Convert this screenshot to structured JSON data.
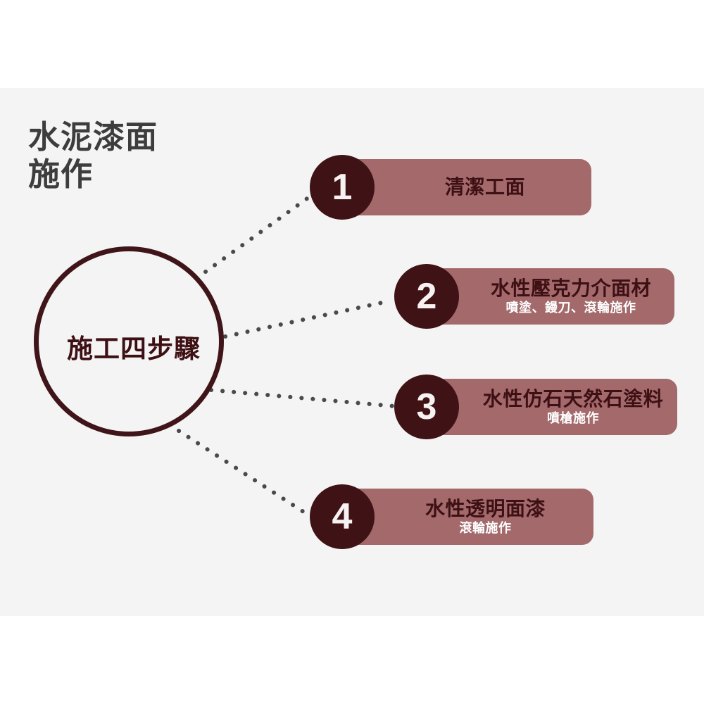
{
  "page": {
    "title_line1": "水泥漆面",
    "title_line2": "施作",
    "title_full": "水泥漆面\n施作",
    "background_color": "#ffffff",
    "panel_color": "#f4f4f4"
  },
  "hub": {
    "label": "施工四步驟",
    "ring_color": "#40151a",
    "text_color": "#3d1014"
  },
  "connectors": {
    "dot_color": "#4a4a4a",
    "style": "dotted",
    "count": 4
  },
  "palette": {
    "badge_color": "#3f1216",
    "badge_text_color": "#f7f2f2",
    "bar_color": "#a3696b",
    "bar_title_color": "#3d1014",
    "bar_subtitle_color": "#ffffff",
    "title_color": "#3d3d3d"
  },
  "steps": [
    {
      "number": "1",
      "title": "清潔工面",
      "subtitle": ""
    },
    {
      "number": "2",
      "title": "水性壓克力介面材",
      "subtitle": "噴塗、鏝刀、滾輪施作"
    },
    {
      "number": "3",
      "title": "水性仿石天然石塗料",
      "subtitle": "噴槍施作"
    },
    {
      "number": "4",
      "title": "水性透明面漆",
      "subtitle": "滾輪施作"
    }
  ]
}
